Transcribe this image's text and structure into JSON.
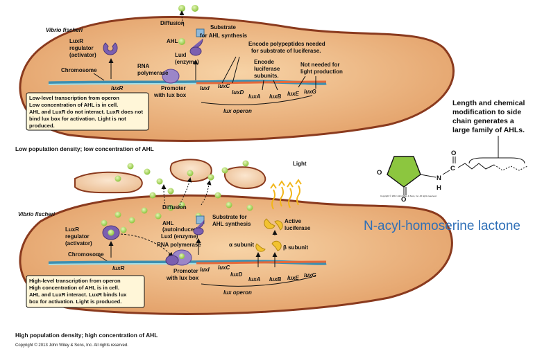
{
  "colors": {
    "cell_fill": "#eab27c",
    "cell_stroke": "#8a3a1e",
    "dna": "#5fb9c6",
    "ahl": "#a7d557",
    "protein": "#7b5fb0",
    "luciferase": "#f2c230",
    "textbox": "#fff6d8",
    "title": "#2e6fb7",
    "lactone": "#8cc63f"
  },
  "top": {
    "organism": "Vibrio fischeri",
    "diffusion": "Diffusion",
    "substrate": [
      "Substrate",
      "for AHL synthesis"
    ],
    "ahl": "AHL",
    "luxr_reg": [
      "LuxR",
      "regulator",
      "(activator)"
    ],
    "luxi": [
      "LuxI",
      "(enzyme)"
    ],
    "rna_pol": [
      "RNA",
      "polymerase"
    ],
    "chromosome": "Chromosome",
    "encode_poly": [
      "Encode polypeptides needed",
      "for substrate of luciferase."
    ],
    "encode_luc": [
      "Encode",
      "luciferase",
      "subunits."
    ],
    "not_needed": [
      "Not needed for",
      "light production"
    ],
    "promoter": [
      "Promoter",
      "with lux box"
    ],
    "genes": [
      "luxR",
      "luxI",
      "luxC",
      "luxD",
      "luxA",
      "luxB",
      "luxE",
      "luxG"
    ],
    "operon": "lux operon",
    "box": [
      "Low-level transcription from operon",
      "Low concentration of AHL is in cell.",
      "AHL and LuxR do not interact. LuxR does not",
      "bind lux box for activation. Light is not",
      "produced."
    ],
    "caption": "Low population density; low concentration of AHL"
  },
  "bottom": {
    "organism": "Vibrio fischeri",
    "light": "Light",
    "diffusion": "Diffusion",
    "substrate": [
      "Substrate for",
      "AHL synthesis"
    ],
    "ahl": [
      "AHL",
      "(autoinducer)"
    ],
    "luxi": "LuxI (enzyme)",
    "rna_pol": "RNA polymerase",
    "luxr_reg": [
      "LuxR",
      "regulator",
      "(activator)"
    ],
    "chromosome": "Chromosome",
    "active_luc": [
      "Active",
      "luciferase"
    ],
    "alpha": "α subunit",
    "beta": "β subunit",
    "promoter": [
      "Promoter",
      "with lux box"
    ],
    "genes": [
      "luxR",
      "luxI",
      "luxC",
      "luxD",
      "luxA",
      "luxB",
      "luxE",
      "luxG"
    ],
    "operon": "lux operon",
    "box": [
      "High-level transcription from operon",
      "High concentration of AHL is in cell.",
      "AHL and LuxR interact. LuxR binds lux",
      "box for activation. Light is produced."
    ],
    "caption": "High population density; high concentration of AHL",
    "copyright": "Copyright © 2013 John Wiley & Sons, Inc. All rights reserved."
  },
  "molecule": {
    "modification": [
      "Length and chemical",
      "modification to side",
      "chain generates a",
      "large family of AHLs."
    ],
    "atoms": {
      "o_ring": "O",
      "o_keto": "O",
      "o_amide": "O",
      "n": "N",
      "h": "H",
      "c": "C"
    },
    "small_copyright": "Copyright © 2013 John Wiley & Sons, Inc. All rights reserved.",
    "title": "N-acyl-homoserine lactone"
  }
}
